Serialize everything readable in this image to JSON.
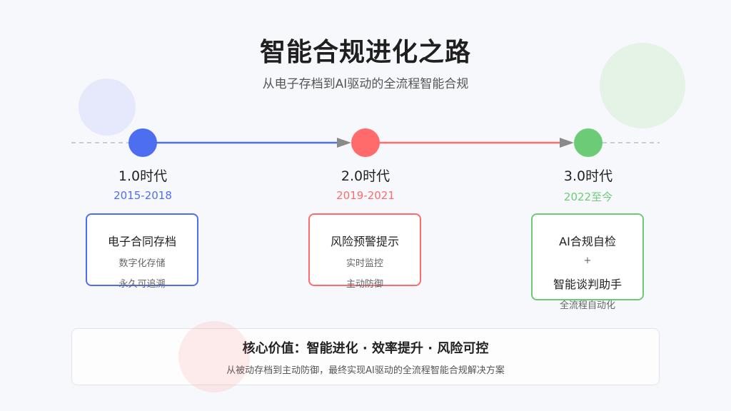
{
  "title": "智能合规进化之路",
  "subtitle": "从电子存档到AI驱动的全流程智能合规",
  "colors": {
    "blue": "#4e6ef2",
    "red": "#ff6b6b",
    "green": "#6bcb77",
    "arrow": "#8a8a8a",
    "dash": "#c8ccd4"
  },
  "stages": [
    {
      "label": "1.0时代",
      "years": "2015-2018",
      "card_title": "电子合同存档",
      "card_lines": [
        "数字化存储",
        "永久可追溯"
      ]
    },
    {
      "label": "2.0时代",
      "years": "2019-2021",
      "card_title": "风险预警提示",
      "card_lines": [
        "实时监控",
        "主动防御"
      ]
    },
    {
      "label": "3.0时代",
      "years": "2022至今",
      "card_title": "AI合规自检",
      "card_plus": "+",
      "card_title2": "智能谈判助手",
      "card_lines": [
        "全流程自动化"
      ]
    }
  ],
  "value": {
    "title": "核心价值：智能进化 · 效率提升 · 风险可控",
    "desc": "从被动存档到主动防御，最终实现AI驱动的全流程智能合规解决方案"
  }
}
